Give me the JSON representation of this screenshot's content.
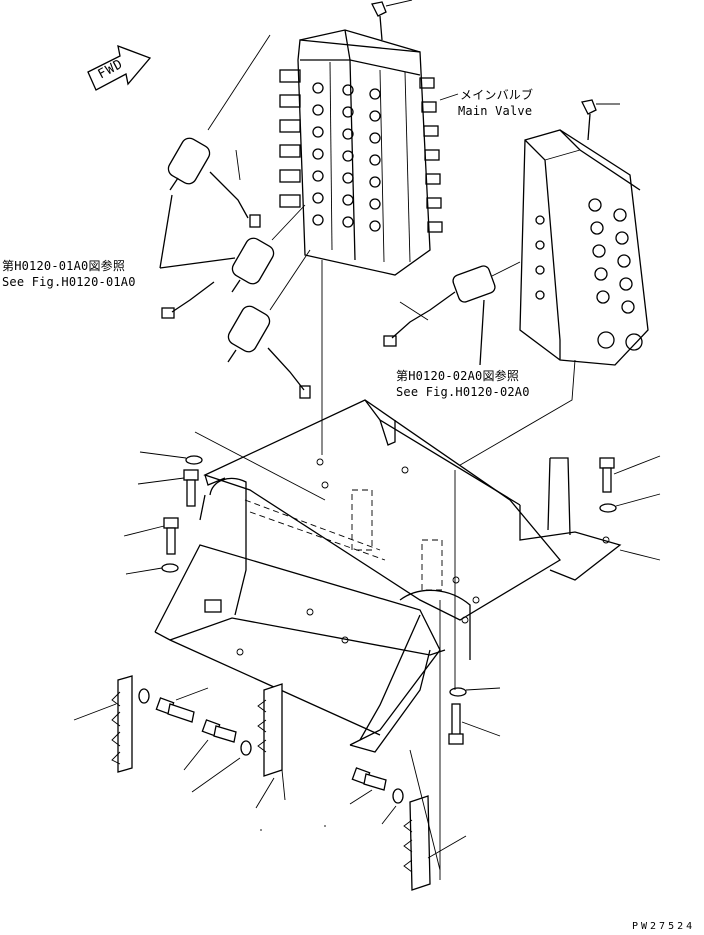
{
  "labels": {
    "main_valve_jp": "メインバルブ",
    "main_valve_en": "Main Valve",
    "ref1_jp": "第H0120-01A0図参照",
    "ref1_en": "See Fig.H0120-01A0",
    "ref2_jp": "第H0120-02A0図参照",
    "ref2_en": "See Fig.H0120-02A0",
    "fwd": "FWD",
    "drawing_code": "PW27524"
  }
}
